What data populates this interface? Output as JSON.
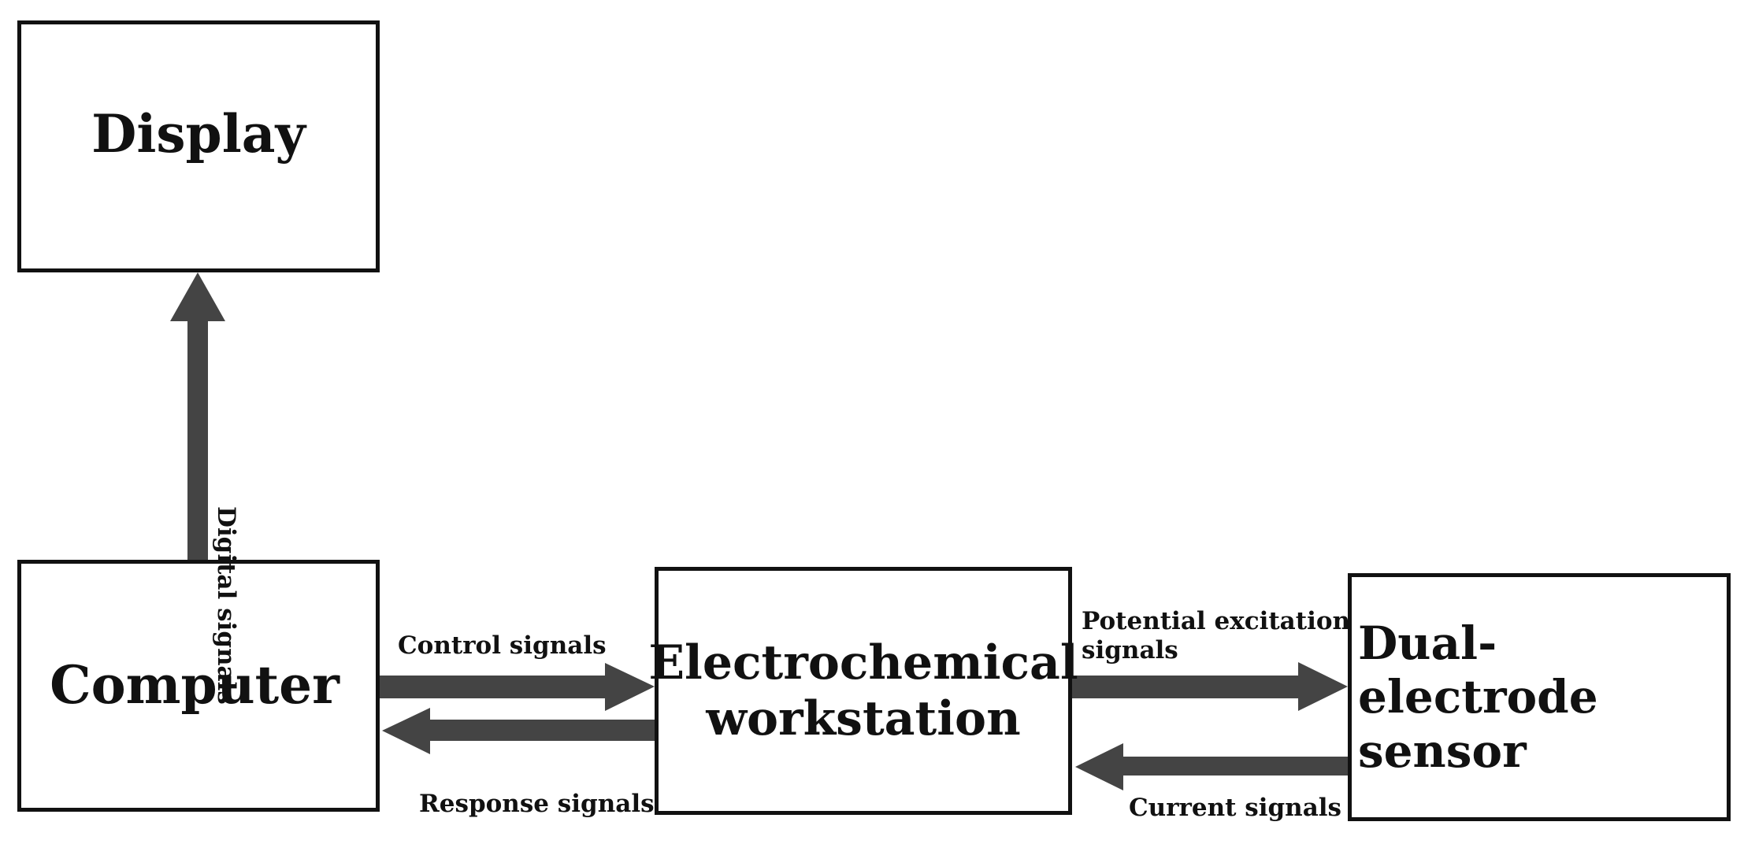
{
  "nodes": {
    "display": {
      "label": "Display"
    },
    "computer": {
      "label": "Computer"
    },
    "workstation": {
      "label_line1": "Electrochemical",
      "label_line2": "workstation"
    },
    "sensor": {
      "label_line1": "Dual-electrode",
      "label_line2": "sensor"
    }
  },
  "edges": {
    "digital": {
      "label": "Digital signals"
    },
    "control": {
      "label": "Control signals"
    },
    "response": {
      "label": "Response signals"
    },
    "potential": {
      "label_line1": "Potential excitation",
      "label_line2": "signals"
    },
    "current": {
      "label": "Current signals"
    }
  },
  "colors": {
    "arrow": "#444444",
    "box_border": "#111111",
    "text": "#111111"
  }
}
